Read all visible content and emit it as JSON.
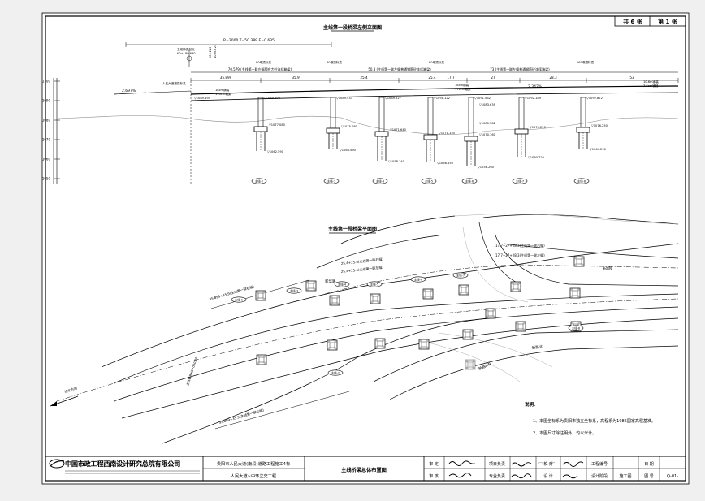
{
  "sheet": {
    "total_sheets": "共 6 张",
    "sheet_no": "第 1 张"
  },
  "elevation": {
    "title": "主线第一段桥梁左侧立面图",
    "curve_params": "R=2000  T=50.389  E=0.635",
    "spans_top": "70.579 (主线第一联左幅预应力砼连续箱梁)",
    "spans_mid": "50.8 (主线第一联左幅普通钢筋砼连续箱梁)",
    "spans_right": "73 (主线第一联左幅普通钢筋砼连续箱梁)",
    "span_values": [
      "35.899",
      "35.9",
      "25.4",
      "25.4",
      "17.7",
      "27",
      "28.3",
      "53"
    ],
    "grade_left": "2.697%",
    "grade_right": "2.342%",
    "elev_axis": [
      "1100",
      "1090",
      "1080",
      "1070",
      "1060",
      "1050"
    ],
    "pier_labels": [
      "主线-2",
      "主线-3",
      "主线-4",
      "主线-5",
      "主线-6",
      "主线-7",
      "主线-8"
    ],
    "deck_elevs": [
      "▽1089.495",
      "▽1089.394",
      "▽1089.933",
      "▽1089.527",
      "▽1091.122",
      "▽1091.532",
      "▽1092.189",
      "▽1092.872"
    ],
    "cap_elevs": [
      "▽1077.080",
      "▽1075.080",
      "▽1071.640",
      "▽1071.150",
      "▽1070.760",
      "▽1075.220",
      "▽1076.250"
    ],
    "pile_elevs": [
      "▽1062.590",
      "▽1063.590",
      "▽1058.140",
      "▽1056.650",
      "▽1056.260",
      "▽1060.720",
      "▽1064.250"
    ],
    "ground_note_1": "18cm铺装",
    "ground_note_2": "190cm箱梁",
    "right_note": "10.6m铺装",
    "right_elev": "▽1083.639",
    "right_elev2": "▽1080.382"
  },
  "plan": {
    "title": "主线第一段桥梁平面图",
    "span_notes": [
      "17.7+27+28.3(主线第一联右幅)",
      "17.7+27+28.3(主线第一联左幅)",
      "25.4+25.4(主线第一联右幅)",
      "25.4+25.4(主线第一联左幅)",
      "35.899+35.9(主线第一联右幅)",
      "35.899+35.9(主线第一联左幅)"
    ],
    "pier_labels": [
      "主线-1",
      "主线-2",
      "主线-3",
      "主线-4",
      "主线-5",
      "主线-6",
      "主线-7",
      "主线-8"
    ],
    "road_labels": [
      "新华路",
      "新路北",
      "新路MN",
      "新路N"
    ],
    "direction_label": "往北方向",
    "chainage_label": "主线桩号K0+000.00"
  },
  "notes": {
    "title": "说明:",
    "items": [
      "1、本图坐标系为贵阳市独立坐标系，高程系为1985国家高程基准。",
      "2、本图尺寸除注明外，均以米计。"
    ]
  },
  "title_block": {
    "company": "中国市政工程西南设计研究总院有限公司",
    "project_1": "贵阳市人民大道(南段)道路工程施工4标",
    "project_2": "人民大道~中环立交工程",
    "drawing_title": "主线桥梁总体布置图",
    "labels": {
      "review": "审 定",
      "check": "审 核",
      "project_lead": "项目负责",
      "discipline_lead": "专业负责",
      "proof": "校 对",
      "design": "设 计",
      "eng_no": "工程编号",
      "design_stage": "设计阶段",
      "stage_value": "施工图",
      "date": "日 期",
      "drawing_no": "图 号",
      "drawing_no_value": "Q-01-"
    }
  },
  "colors": {
    "paper": "#ffffff",
    "ink": "#000000",
    "gray": "#8a8a8a"
  }
}
